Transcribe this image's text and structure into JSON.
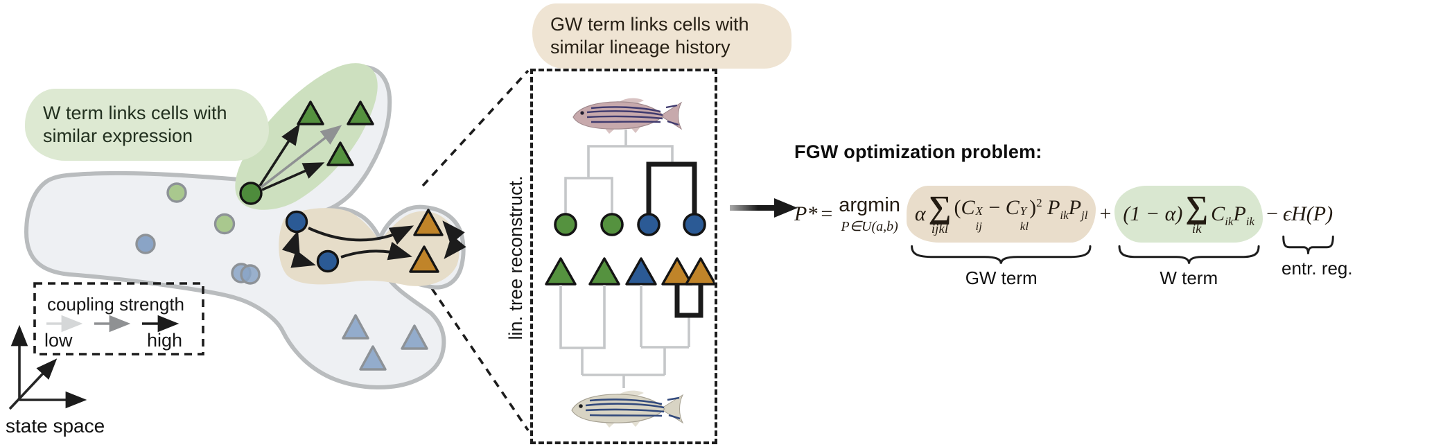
{
  "left": {
    "w_label": {
      "line1": "W term links cells with",
      "line2": "similar expression"
    },
    "legend": {
      "title": "coupling strength",
      "low": "low",
      "high": "high"
    },
    "axes_label": "state space"
  },
  "middle": {
    "gw_label": {
      "line1": "GW term links cells with",
      "line2": "similar lineage history"
    },
    "side_label": "lin. tree reconstruct."
  },
  "formula": {
    "header": "FGW optimization problem:",
    "p_star": "P*",
    "eq": "=",
    "argmin": "argmin",
    "constraint": "P∈U(a,b)",
    "alpha": "α",
    "sigma": "∑",
    "sum1_limits": "ijkl",
    "open_paren": "(",
    "C": "C",
    "supX": "X",
    "subij": "ij",
    "minus": "−",
    "supY": "Y",
    "subkl": "kl",
    "close_paren": ")",
    "sup2": "2",
    "P": "P",
    "subik": "ik",
    "subjl": "jl",
    "plus": "+",
    "one_minus_alpha": "(1 − α)",
    "sum2_limits": "ik",
    "minus2": "−",
    "entropy": "ϵH(P)",
    "gw_brace_label": "GW term",
    "w_brace_label": "W term",
    "entr_brace_label": "entr. reg."
  },
  "colors": {
    "blob_fill": "#eef0f3",
    "blob_stroke": "#b9bcbe",
    "green_region": "#cde0bf",
    "green_label_bg": "#dde9d2",
    "tan_region": "#e6ddc9",
    "tan_label_bg": "#efe4d3",
    "dark_green": "#4e8c3c",
    "light_green": "#a9c88e",
    "steel_blue": "#8aa4c6",
    "dark_blue": "#2b5a95",
    "orange": "#c08429",
    "light_blue_tri": "#93accc",
    "tree_gray": "#c5c7c9",
    "ink": "#1c1c1c",
    "hl_tan": "#e9ddcb",
    "hl_green": "#d9e7d0"
  }
}
